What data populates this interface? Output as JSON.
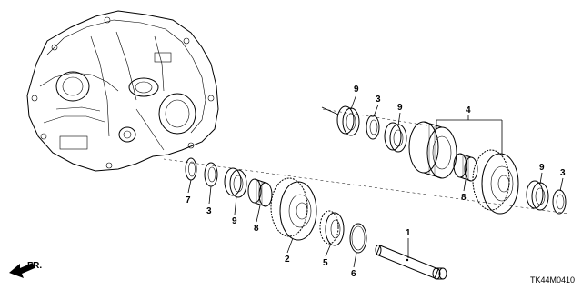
{
  "diagram": {
    "code": "TK44M0410",
    "direction_label": "FR.",
    "callouts": [
      {
        "id": "c1",
        "label": "1"
      },
      {
        "id": "c2",
        "label": "2"
      },
      {
        "id": "c3a",
        "label": "3"
      },
      {
        "id": "c3b",
        "label": "3"
      },
      {
        "id": "c3c",
        "label": "3"
      },
      {
        "id": "c4",
        "label": "4"
      },
      {
        "id": "c5",
        "label": "5"
      },
      {
        "id": "c6",
        "label": "6"
      },
      {
        "id": "c7",
        "label": "7"
      },
      {
        "id": "c8a",
        "label": "8"
      },
      {
        "id": "c8b",
        "label": "8"
      },
      {
        "id": "c9a",
        "label": "9"
      },
      {
        "id": "c9b",
        "label": "9"
      },
      {
        "id": "c9c",
        "label": "9"
      },
      {
        "id": "c9d",
        "label": "9"
      }
    ]
  }
}
